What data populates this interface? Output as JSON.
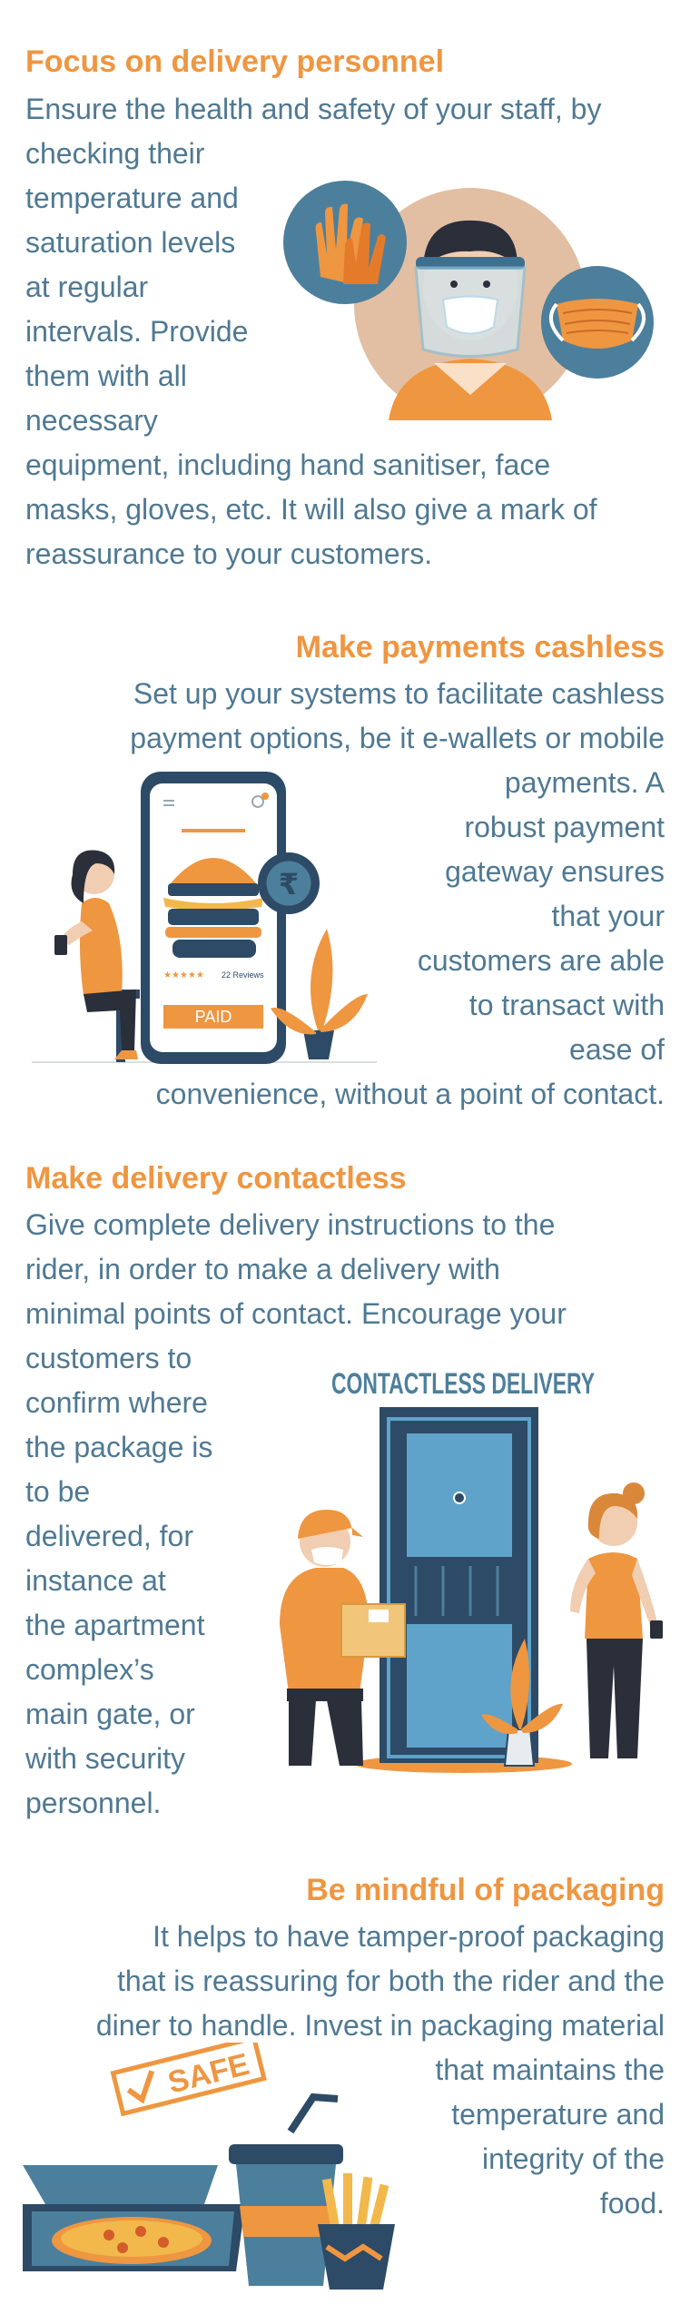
{
  "sections": [
    {
      "title": "Focus on delivery personnel",
      "lines": [
        "Ensure the health and safety of your staff, by",
        "checking their",
        "temperature and",
        "saturation levels",
        "at regular",
        "intervals. Provide",
        "them with all",
        "necessary",
        "equipment, including hand sanitiser, face",
        "masks, gloves, etc. It will also give a mark of",
        "reassurance to your customers."
      ]
    },
    {
      "title": "Make payments cashless",
      "lines": [
        "Set up your systems to facilitate cashless",
        "payment options, be it e-wallets or mobile",
        "payments. A",
        "robust payment",
        "gateway ensures",
        "that your",
        "customers are able",
        "to transact with",
        "ease of",
        "convenience, without a point of contact."
      ],
      "phone": {
        "paid_label": "PAID",
        "reviews": "22 Reviews",
        "currency": "₹"
      }
    },
    {
      "title": "Make delivery contactless",
      "lines": [
        "Give complete delivery instructions to the",
        "rider, in order to make a delivery with",
        "minimal points of contact. Encourage your",
        "customers to",
        "confirm where",
        "the package is",
        "to be",
        "delivered, for",
        "instance at",
        "the apartment",
        "complex’s",
        "main gate, or",
        "with security",
        "personnel."
      ],
      "illustration_heading": "CONTACTLESS DELIVERY"
    },
    {
      "title": "Be mindful of packaging",
      "lines": [
        "It helps to have tamper-proof packaging",
        "that is reassuring for both the rider and the",
        "diner to handle. Invest in packaging material",
        "that maintains the",
        "temperature and",
        "integrity of the",
        "food."
      ],
      "stamp_label": "SAFE"
    }
  ],
  "colors": {
    "accent": "#ef9641",
    "body_text": "#4f7993",
    "navy": "#2d4a66",
    "teal": "#4c7f9c"
  }
}
